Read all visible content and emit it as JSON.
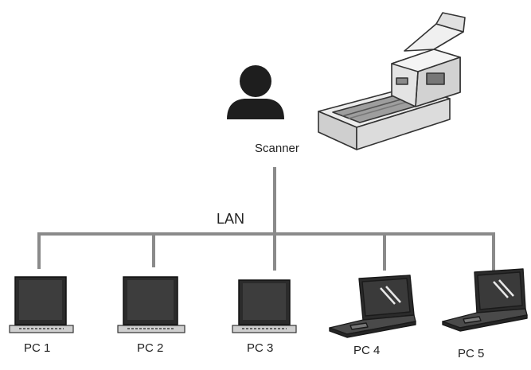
{
  "diagram": {
    "scanner_label": "Scanner",
    "network_label": "LAN",
    "pcs": [
      {
        "label": "PC 1"
      },
      {
        "label": "PC 2"
      },
      {
        "label": "PC 3"
      },
      {
        "label": "PC 4"
      },
      {
        "label": "PC 5"
      }
    ]
  },
  "colors": {
    "line": "#8a8a8a",
    "device_dark": "#2b2b2b",
    "device_mid": "#6b6b6b",
    "device_light": "#d9d9d9"
  }
}
